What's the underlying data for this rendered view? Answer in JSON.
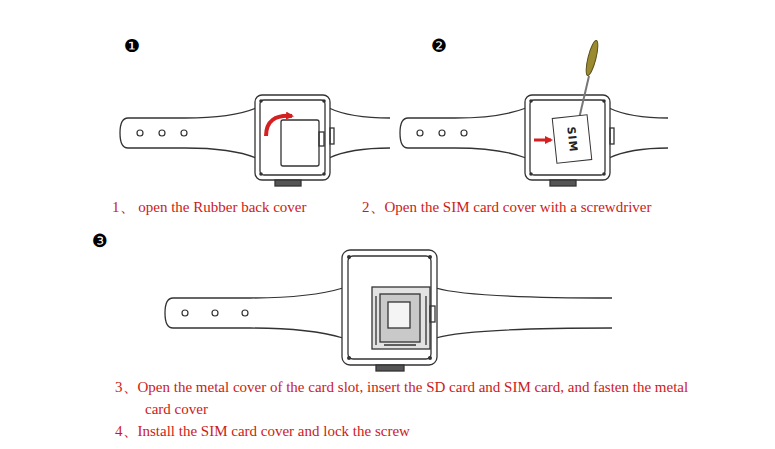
{
  "diagram": {
    "nodes": [
      {
        "text": [
          "SIM"
        ]
      }
    ],
    "labels": [
      "❶",
      "❷",
      "❸",
      "1、 open the Rubber back cover",
      "2、Open the SIM card cover with a screwdriver",
      "3、Open the metal cover of the card slot, insert the SD card and SIM card, and fasten the metal card cover",
      "4、Install the SIM card cover and lock the screw"
    ]
  }
}
